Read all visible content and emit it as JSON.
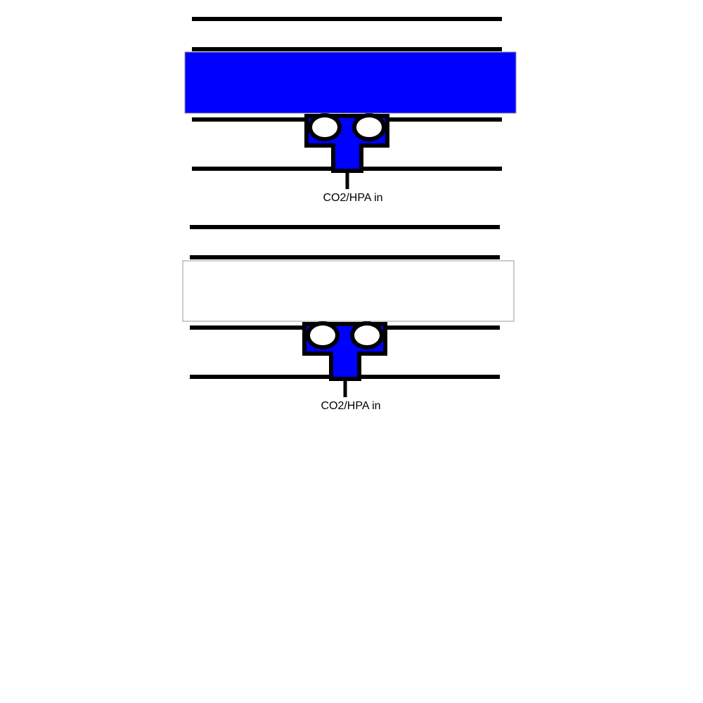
{
  "colors": {
    "background": "#ffffff",
    "line": "#000000",
    "fill_active": "#0000ff",
    "fill_empty": "#ffffff",
    "border_empty": "#999999"
  },
  "diagrams": [
    {
      "state": "filled",
      "inlet_label": "CO2/HPA in"
    },
    {
      "state": "empty",
      "inlet_label": "CO2/HPA in"
    }
  ]
}
